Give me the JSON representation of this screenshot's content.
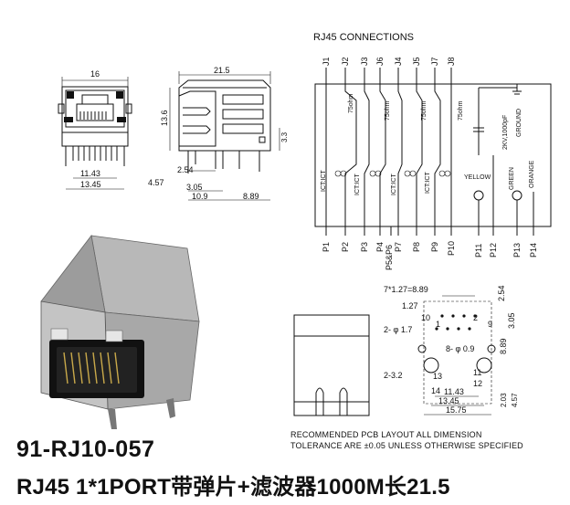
{
  "part_number": "91-RJ10-057",
  "description": "RJ45 1*1PORT带弹片+滤波器1000M长21.5",
  "front_view": {
    "width": "16",
    "pitch_inner": "11.43",
    "pitch_outer": "13.45"
  },
  "side_view": {
    "length": "21.5",
    "height": "13.6",
    "d_3_3": "3.3",
    "d_2_54": "2.54",
    "d_4_57": "4.57",
    "d_3_05": "3.05",
    "d_10_9": "10.9",
    "d_8_89": "8.89"
  },
  "schematic": {
    "title": "RJ45 CONNECTIONS",
    "top_pins": [
      "J1",
      "J2",
      "J3",
      "J6",
      "J4",
      "J5",
      "J7",
      "J8"
    ],
    "bottom_pins": [
      "P1",
      "P2",
      "P3",
      "P4",
      "P5&P6",
      "P7",
      "P8",
      "P9",
      "P10",
      "P11",
      "P12",
      "P13",
      "P14"
    ],
    "resistor": "75ohm",
    "transformer": "ICT:ICT",
    "capacitor": "2KV,1000pF",
    "ground": "GROUND",
    "led_yellow": "YELLOW",
    "led_green": "GREEN",
    "led_orange": "ORANGE"
  },
  "pcb_layout": {
    "pitch": "7*1.27=8.89",
    "d_1_27": "1.27",
    "d_2_54": "2.54",
    "d_3_05": "3.05",
    "hole_2": "2- φ 1.7",
    "hole_8": "8- φ 0.9",
    "hole_3": "2-3.2",
    "d_8_89": "8.89",
    "d_11_43": "11.43",
    "d_13_45": "13.45",
    "d_15_75": "15.75",
    "d_2_03": "2.03",
    "d_4_57": "4.57",
    "pin_labels": [
      "10",
      "1",
      "2",
      "9",
      "11",
      "12",
      "13",
      "14"
    ]
  },
  "notes": {
    "line1": "RECOMMENDED PCB LAYOUT ALL DIMENSION",
    "line2": "TOLERANCE ARE ±0.05 UNLESS OTHERWISE SPECIFIED"
  }
}
